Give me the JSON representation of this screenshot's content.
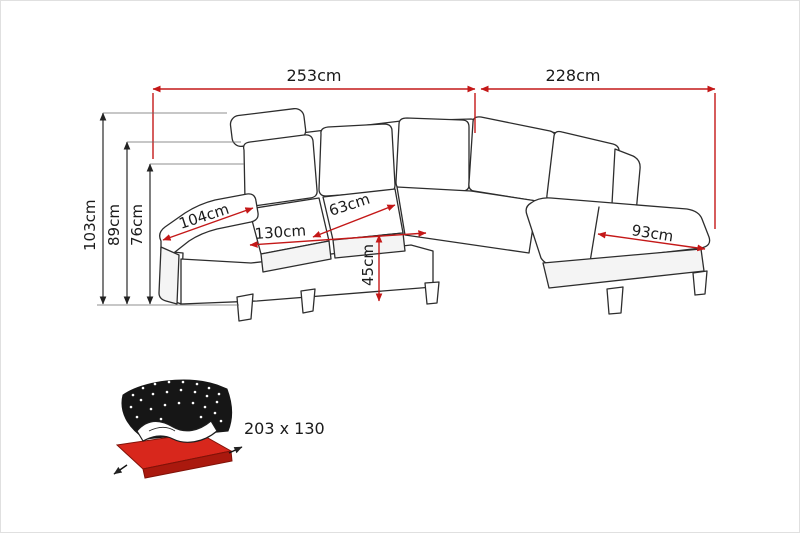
{
  "diagram": {
    "dimensions": {
      "width_left": "253cm",
      "width_right": "228cm",
      "height_total": "103cm",
      "height_back": "89cm",
      "height_arm": "76cm",
      "arm_length": "104cm",
      "seat_front_width": "130cm",
      "seat_cushion_width": "63cm",
      "seat_height": "45cm",
      "chaise_cushion_width": "93cm"
    },
    "sleeping_area": {
      "label": "203 x 130"
    },
    "colors": {
      "dimension_red": "#c41818",
      "outline": "#2d2d2d",
      "mattress_red": "#d8271c",
      "bed_dark": "#161616"
    }
  }
}
